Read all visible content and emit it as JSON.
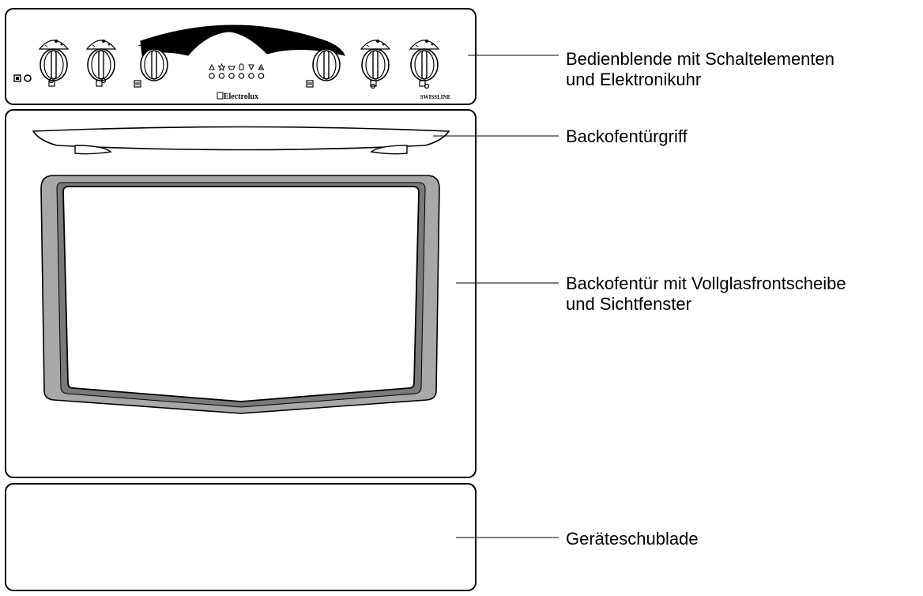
{
  "brand": {
    "logo_text": "Electrolux",
    "model_text": "SWISSLINE"
  },
  "labels": {
    "control_panel": [
      "Bedienblende mit Schaltelementen",
      "und Elektronikuhr"
    ],
    "door_handle": [
      "Backofentürgriff"
    ],
    "oven_door": [
      "Backofentür mit Vollglasfrontscheibe",
      "und Sichtfenster"
    ],
    "drawer": [
      "Geräteschublade"
    ]
  },
  "colors": {
    "line": "#000000",
    "window_frame_outer": "#a8a8a8",
    "window_frame_inner": "#7a7a7a",
    "panel_band": "#000000"
  },
  "icons": {
    "left_knobs": [
      "hotplate-rear-left-icon",
      "hotplate-front-left-icon",
      "oven-mode-icon"
    ],
    "right_knobs": [
      "oven-light-icon",
      "hotplate-rear-right-icon",
      "hotplate-front-right-icon"
    ],
    "clock_functions": [
      "bell-icon",
      "star-icon",
      "cup-icon",
      "hand-icon",
      "triangle-down-icon",
      "triangle-up-icon"
    ]
  }
}
